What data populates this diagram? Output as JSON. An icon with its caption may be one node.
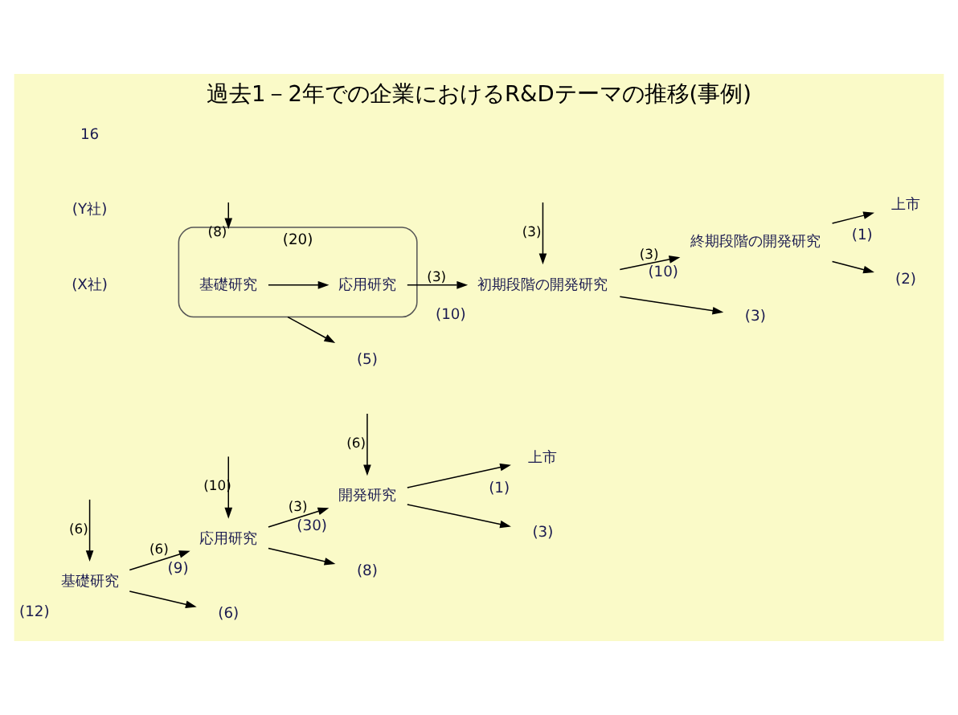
{
  "diagram": {
    "title": "過去1－2年での企業におけるR&Dテーマの推移(事例)",
    "nodes": [
      {
        "text": [
          "基礎研究"
        ],
        "beside": [
          "(12)"
        ]
      },
      {
        "text": [
          "応用研究"
        ],
        "beside": [
          "(9)"
        ]
      },
      {
        "text": [
          "開発研究"
        ],
        "beside": [
          "(30)"
        ]
      },
      {
        "text": [
          "上市"
        ],
        "beside": [
          "(1)"
        ]
      },
      {
        "text": [
          "(6)"
        ]
      },
      {
        "text": [
          "(8)"
        ]
      },
      {
        "text": [
          "(3)"
        ]
      },
      {
        "text": [
          "(20)"
        ]
      },
      {
        "text": [
          "基礎研究"
        ],
        "in": 7
      },
      {
        "text": [
          "応用研究"
        ],
        "in": 7
      },
      {
        "text": [
          "初期段階の開発研究"
        ],
        "beside": [
          "(10)"
        ]
      },
      {
        "text": [
          "終期段階の開発研究"
        ],
        "beside": [
          "(10)"
        ]
      },
      {
        "text": [
          "上市"
        ],
        "beside": [
          "(1)"
        ]
      },
      {
        "text": [
          "(5)"
        ]
      },
      {
        "text": [
          "(3)"
        ]
      },
      {
        "text": [
          "(2)"
        ]
      }
    ],
    "edges": [
      {
        "from": 0,
        "to": 1,
        "arrow": "to",
        "label": "(6)"
      },
      {
        "from": 1,
        "to": 2,
        "arrow": "to",
        "label": "(3)"
      },
      {
        "from": 2,
        "to": 3,
        "arrow": "to"
      },
      {
        "from": 0,
        "to": 4,
        "arrow": "to"
      },
      {
        "from": 1,
        "to": 5,
        "arrow": "to"
      },
      {
        "from": 2,
        "to": 6,
        "arrow": "to"
      },
      {
        "from": null,
        "to": 0,
        "arrow": "to",
        "label": "(6)"
      },
      {
        "from": null,
        "to": 1,
        "arrow": "to",
        "label": "(10)"
      },
      {
        "from": null,
        "to": 2,
        "arrow": "to",
        "label": "(6)"
      },
      {
        "from": 8,
        "to": 9,
        "arrow": "to"
      },
      {
        "from": 9,
        "to": 10,
        "arrow": "to",
        "label": "(3)"
      },
      {
        "from": 10,
        "to": 11,
        "arrow": "to",
        "label": "(3)"
      },
      {
        "from": 11,
        "to": 12,
        "arrow": "to"
      },
      {
        "from": 7,
        "to": 13,
        "arrow": "to"
      },
      {
        "from": 10,
        "to": 14,
        "arrow": "to"
      },
      {
        "from": 11,
        "to": 15,
        "arrow": "to"
      },
      {
        "from": null,
        "to": 7,
        "arrow": "to",
        "label": "(8)"
      },
      {
        "from": null,
        "to": 10,
        "arrow": "to",
        "label": "(3)"
      }
    ],
    "labels": [
      "(X社)",
      "(Y社)",
      "16"
    ]
  }
}
